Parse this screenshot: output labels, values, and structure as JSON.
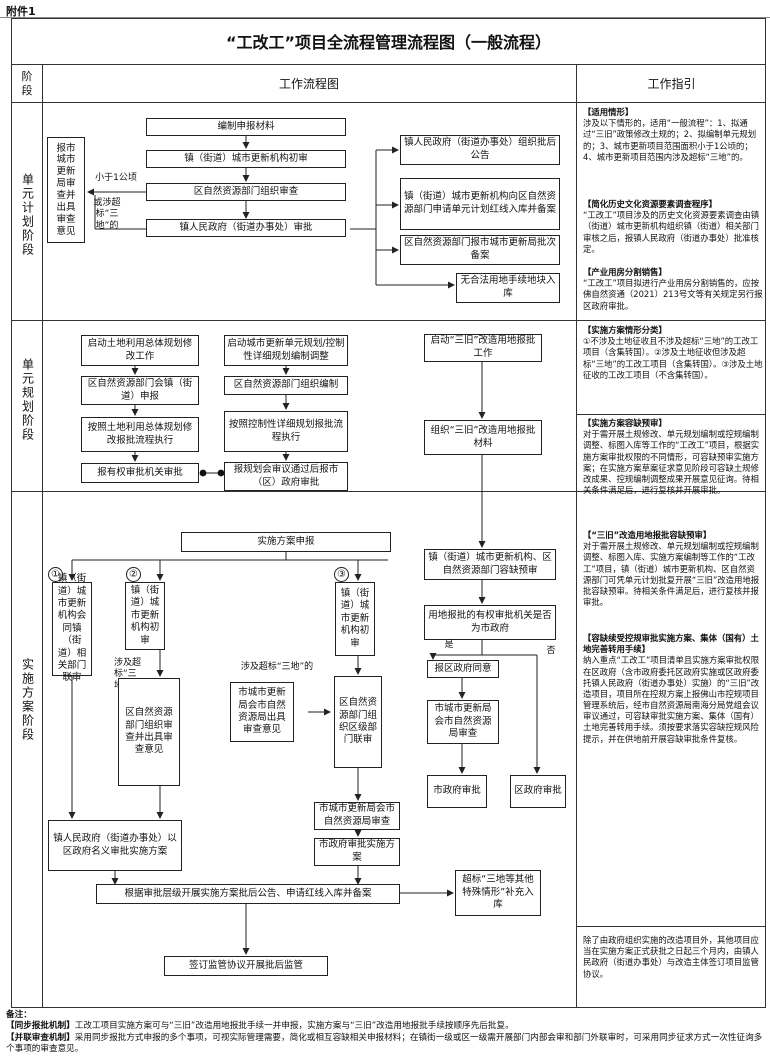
{
  "attachment": "附件1",
  "title": "“工改工”项目全流程管理流程图（一般流程）",
  "headers": {
    "stage": "阶段",
    "flow": "工作流程图",
    "guide": "工作指引"
  },
  "stages": {
    "s1": "单元计划阶段",
    "s2": "单元规划阶段",
    "s3": "实施方案阶段"
  },
  "s1": {
    "side": "报市城市更新局审查并出具审查意见",
    "lbl_small": "小于1公顷",
    "lbl_or": "或涉超标“三地”的",
    "b1": "编制申报材料",
    "b2": "镇（街道）城市更新机构初审",
    "b3": "区自然资源部门组织审查",
    "b4": "镇人民政府（街道办事处）审批",
    "r1": "镇人民政府（街道办事处）组织批后公告",
    "r2": "镇（街道）城市更新机构向区自然资源部门申请单元计划红线入库并备案",
    "r3": "区自然资源部门报市城市更新局批次备案",
    "r4": "无合法用地手续地块入库"
  },
  "s2": {
    "a1": "启动土地利用总体规划修改工作",
    "a2": "区自然资源部门会镇（街道）申报",
    "a3": "按照土地利用总体规划修改报批流程执行",
    "a4": "报有权审批机关审批",
    "b1": "启动城市更新单元规划/控制性详细规划编制调整",
    "b2": "区自然资源部门组织编制",
    "b3": "按照控制性详细规划报批流程执行",
    "b4": "报规划会审议通过后报市（区）政府审批",
    "c1": "启动“三旧”改造用地报批工作",
    "c2": "组织“三旧”改造用地报批材料"
  },
  "s3": {
    "top": "实施方案申报",
    "n1": "①",
    "n2": "②",
    "n3": "③",
    "c1": "镇（街道）城市更新机构会同镇（街道）相关部门联审",
    "c2a": "镇（街道）城市更新机构初审",
    "lbl_ex": "涉及超标“三地”的",
    "c2b": "区自然资源部门组织审查并出具审查意见",
    "c3a": "镇（街道）城市更新机构初审",
    "lbl_ex2": "涉及超标“三地”的",
    "mid": "市城市更新局会市自然资源局出具审查意见",
    "c3b": "区自然资源部门组织区级部门联审",
    "c3c": "市城市更新局会市自然资源局审查",
    "c3d": "市政府审批实施方案",
    "left_bottom": "镇人民政府（街道办事处）以区政府名义审批实施方案",
    "r1": "镇（街道）城市更新机构、区自然资源部门容缺预审",
    "r2": "用地报批的有权审批机关是否为市政府",
    "yes": "是",
    "no": "否",
    "r3": "报区政府同意",
    "r4": "市城市更新局会市自然资源局审查",
    "r5": "市政府审批",
    "r6": "区政府审批",
    "wide": "根据审批层级开展实施方案批后公告、申请红线入库并备案",
    "extra": "超标“三地等其他特殊情形”补充入库",
    "sign": "签订监管协议开展批后监管"
  },
  "guide": {
    "g1_title": "【适用情形】",
    "g1_body": "涉及以下情形的，适用“一般流程”：1、拟通过“三旧”政策修改土规的；2、拟编制单元规划的；3、城市更新项目范围面积小于1公顷的；4、城市更新项目范围内涉及超标“三地”的。",
    "g2_title": "【简化历史文化资源要素调查程序】",
    "g2_body": "“工改工”项目涉及的历史文化资源要素调查由镇（街道）城市更新机构组织镇（街道）相关部门审核之后，报镇人民政府（街道办事处）批准核定。",
    "g3_title": "【产业用房分割销售】",
    "g3_body": "“工改工”项目拟进行产业用房分割销售的，应按佛自然资通（2021）213号文等有关规定另行报区政府审批。",
    "g4_title": "【实施方案情形分类】",
    "g4_body": "①不涉及土地征收且不涉及超标“三地”的工改工项目（含集转国）。②涉及土地征收但涉及超标“三地”的工改工项目（含集转国）。③涉及土地征收的工改工项目（不含集转国）。",
    "g5_title": "【实施方案容缺预审】",
    "g5_body": "对于需开展土规修改、单元规划编制或控规编制调整、标图入库等工作的“工改工”项目，根据实施方案审批权限的不同情形，可容缺预审实施方案；在实施方案草案征求意见阶段可容缺土规修改成果、控规编制调整成果开展意见征询。待相关条件满足后，进行复核并开展审批。",
    "g6_title": "【“三旧”改造用地报批容缺预审】",
    "g6_body": "对于需开展土规修改、单元规划编制或控规编制调整、标图入库、实施方案编制等工作的“工改工”项目，镇（街道）城市更新机构、区自然资源部门可凭单元计划批复开展“三旧”改造用地报批容缺预审。待相关条件满足后，进行复核并报审批。",
    "g7_title": "【容缺续受控规审批实施方案、集体（国有）土地完善转用手续】",
    "g7_body": "纳入重点“工改工”项目清单且实施方案审批权限在区政府（含市政府委托区政府实施或区政府委托镇人民政府（街道办事处）实施）的“三旧”改造项目，项目所在控规方案上报佛山市控规项目管理系统后，经市自然资源局南海分局党组会议审议通过，可容缺审批实施方案、集体（国有）土地完善转用手续。须按要求落实容缺控规风险提示，并在供地前开展容缺审批条件复核。",
    "g8_body": "除了由政府组织实施的改造项目外，其他项目应当在实施方案正式获批之日起三个月内，由镇人民政府（街道办事处）与改造主体签订项目监管协议。"
  },
  "notes": {
    "title": "备注：",
    "n1_tag": "【同步报批机制】",
    "n1_body": "工改工项目实施方案可与“三旧”改造用地报批手续一并申报，实施方案与“三旧”改造用地报批手续按顺序先后批复。",
    "n2_tag": "【并联审查机制】",
    "n2_body": "采用同步报批方式申报的多个事项，可视实际管理需要，简化或相互容缺相关申报材料；在镇街一级或区一级需开展部门内部会审和部门外联审时，可采用同步征求方式一次性征询多个事项的审查意见。"
  }
}
